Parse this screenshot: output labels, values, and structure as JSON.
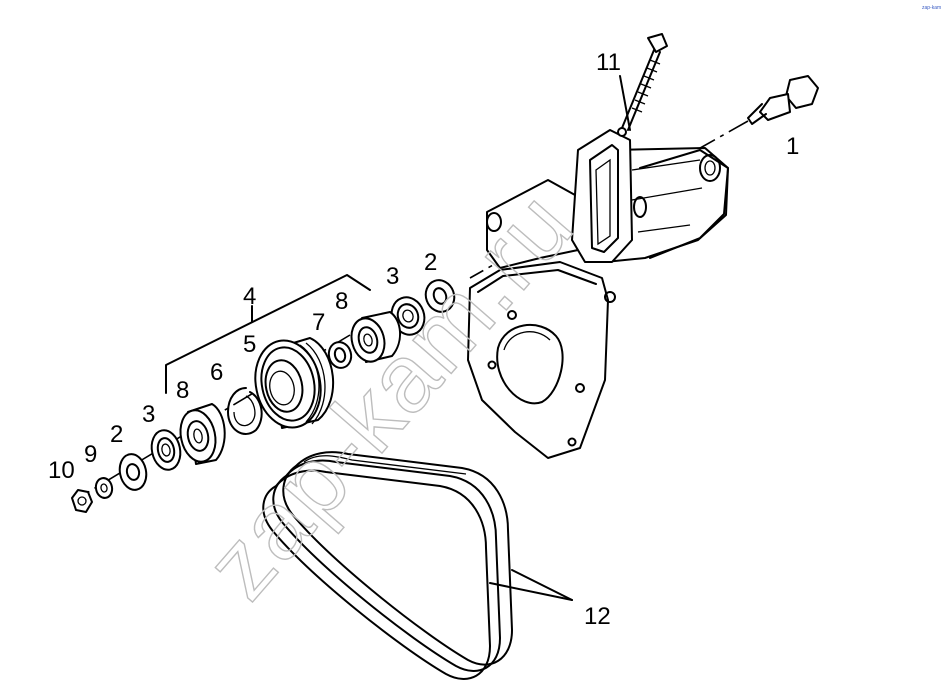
{
  "diagram": {
    "watermark": "zap-kam.ru",
    "corner_mark": "zap-kam",
    "callouts": {
      "c1": "1",
      "c2a": "2",
      "c2b": "2",
      "c3a": "3",
      "c3b": "3",
      "c4": "4",
      "c5": "5",
      "c6": "6",
      "c7": "7",
      "c8a": "8",
      "c8b": "8",
      "c9": "9",
      "c10": "10",
      "c11": "11",
      "c12": "12"
    }
  }
}
